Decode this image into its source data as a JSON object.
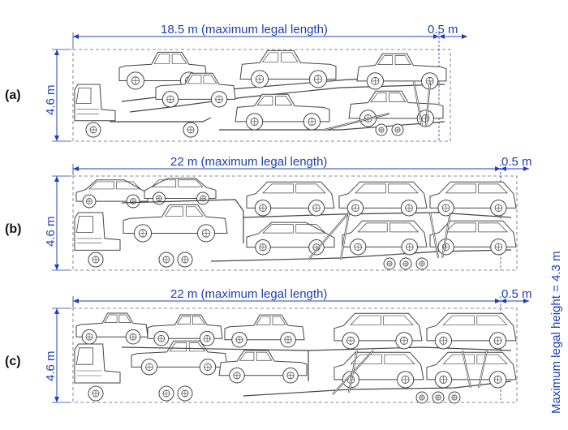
{
  "colors": {
    "dimension": "#1f3fb5",
    "drawing": "#444444",
    "envelope": "#666666"
  },
  "side_label": "Maximum legal height = 4.3 m",
  "panels": [
    {
      "label": "(a)",
      "length_text": "18.5 m (maximum legal length)",
      "overhang_text": "0.5 m",
      "height_text": "4.6 m"
    },
    {
      "label": "(b)",
      "length_text": "22 m  (maximum legal length)",
      "overhang_text": "0.5 m",
      "height_text": "4.6 m"
    },
    {
      "label": "(c)",
      "length_text": "22 m  (maximum legal length)",
      "overhang_text": "0.5 m",
      "height_text": "4.6 m"
    }
  ]
}
